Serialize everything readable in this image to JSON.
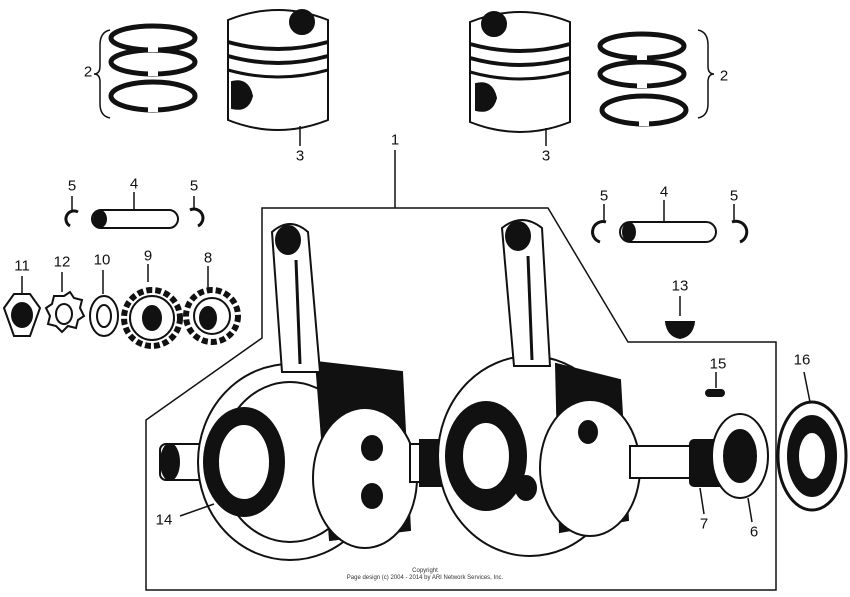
{
  "callouts": {
    "crankshaft_assy": "1",
    "piston_rings_left": "2",
    "piston_rings_right": "2",
    "piston_left": "3",
    "piston_right": "3",
    "piston_pin_left": "4",
    "piston_pin_right": "4",
    "circlip_left_a": "5",
    "circlip_left_b": "5",
    "circlip_right_a": "5",
    "circlip_right_b": "5",
    "bearing_right_small": "6",
    "bearing_right_needle": "7",
    "sprocket_right": "8",
    "sprocket_left": "9",
    "washer": "10",
    "nut": "11",
    "lock_washer": "12",
    "woodruff_key": "13",
    "bearing_left": "14",
    "key_small": "15",
    "ball_bearing": "16"
  },
  "copyright": {
    "line1": "Copyright",
    "line2": "Page design (c) 2004 - 2014 by ARI Network Services, Inc."
  },
  "colors": {
    "ink": "#111111",
    "paper": "#ffffff"
  }
}
